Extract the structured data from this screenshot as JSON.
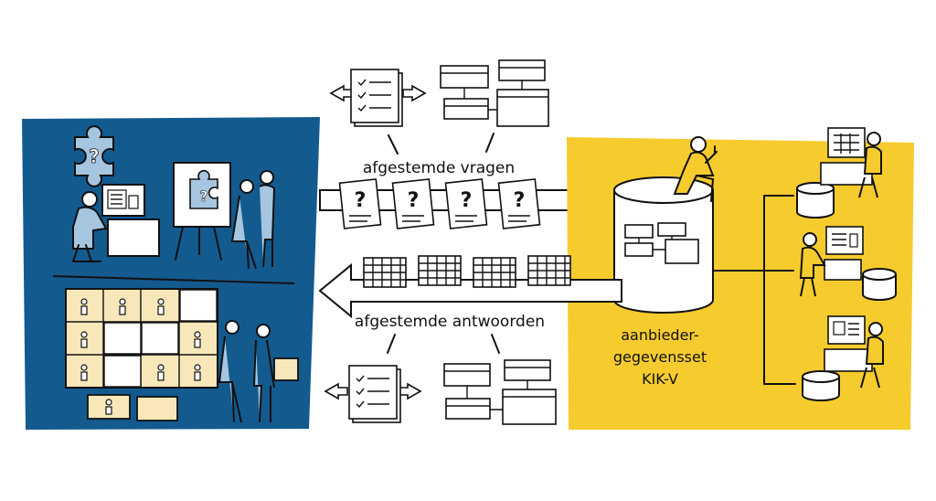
{
  "labels": {
    "aligned_questions": "afgestemde vragen",
    "aligned_answers": "afgestemde antwoorden",
    "dataset_line1": "aanbieder-",
    "dataset_line2": "gegevensset",
    "dataset_line3": "KIK-V"
  },
  "colors": {
    "left_panel": "#135a8f",
    "right_panel": "#f6cb2d",
    "puzzle_light": "#f8e7b8",
    "puzzle_blue": "#a6c5df",
    "ink": "#111111"
  },
  "icons": {
    "question_doc": "question-document-icon",
    "answer_grid": "answer-grid-icon",
    "checklist": "checklist-document-icon",
    "diagram": "diagram-blocks-icon",
    "database": "database-icon",
    "workstation": "workstation-person-icon"
  }
}
